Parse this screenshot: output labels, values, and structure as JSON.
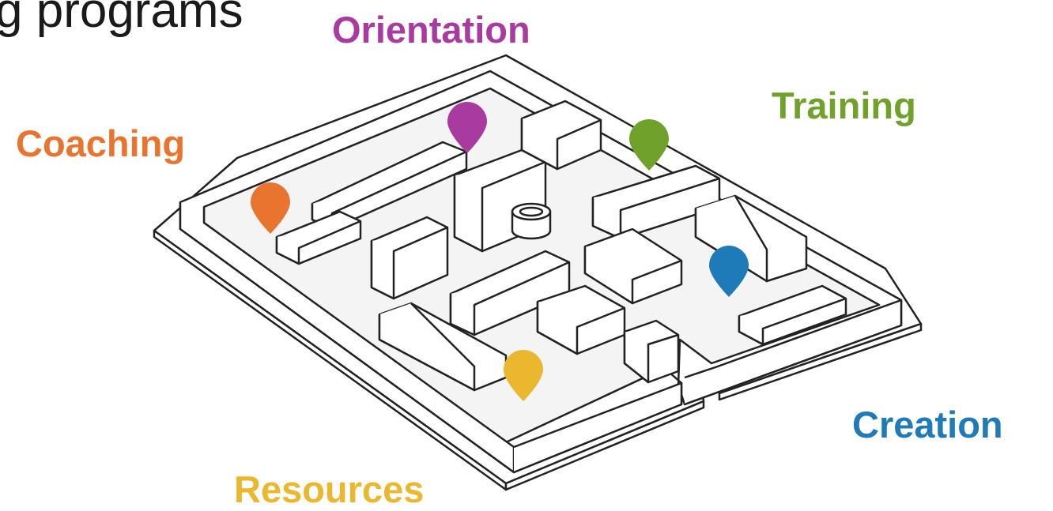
{
  "title_fragment": "g programs",
  "labels": {
    "orientation": {
      "text": "Orientation",
      "color": "#a93ba0"
    },
    "training": {
      "text": "Training",
      "color": "#6fa12b"
    },
    "coaching": {
      "text": "Coaching",
      "color": "#e97430"
    },
    "creation": {
      "text": "Creation",
      "color": "#1f7ab8"
    },
    "resources": {
      "text": "Resources",
      "color": "#eab72f"
    }
  },
  "illustration": {
    "name": "maze",
    "icon": "map-pin-icon"
  }
}
